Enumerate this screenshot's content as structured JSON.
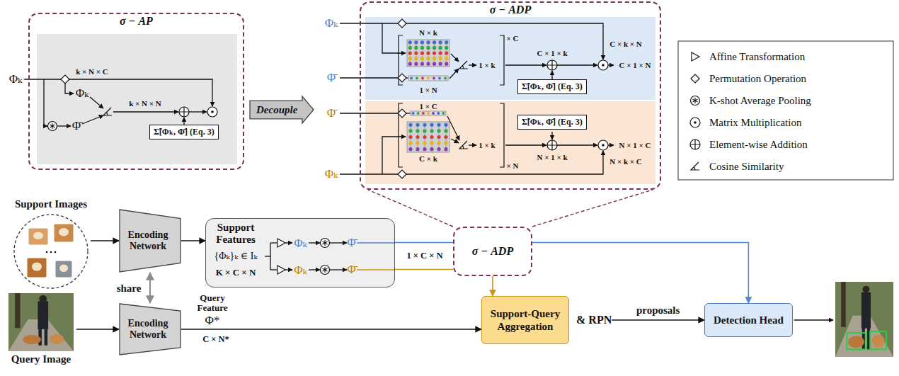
{
  "diagram": {
    "nodes": [
      {
        "text": [
          "σ − AP"
        ]
      },
      {
        "text": [
          "Σ̃[Φₖ, Φ̄] (Eq. 3)"
        ],
        "in": 0
      },
      {
        "text": [
          "Decouple"
        ]
      },
      {
        "text": [
          "σ − ADP"
        ]
      },
      {
        "text": [
          "Σ̃[Φₖ, Φ̄] (Eq. 3)"
        ],
        "in": 3
      },
      {
        "text": [
          "Σ̃[Φₖ, Φ̄] (Eq. 3)"
        ],
        "in": 3
      },
      {
        "text": [
          "Support Images"
        ]
      },
      {
        "text": [
          "Encoding Network"
        ]
      },
      {
        "text": [
          "Query Image"
        ]
      },
      {
        "text": [
          "Encoding Network"
        ]
      },
      {
        "text": [
          "Support Features",
          "{Φₖ}ₖ ∈ Iₖ",
          "K × C × N",
          "Φₖ",
          "Φₖ",
          "Φ̄",
          "Φ̄"
        ]
      },
      {
        "text": [
          "σ − ADP"
        ]
      },
      {
        "text": [
          "Support-Query Aggregation",
          "& RPN"
        ]
      },
      {
        "text": [
          "Detection Head"
        ]
      }
    ],
    "edges": [
      {
        "from": 6,
        "to": 7,
        "arrow": "to"
      },
      {
        "from": 8,
        "to": 9,
        "arrow": "to"
      },
      {
        "from": 7,
        "to": 9,
        "label": "share",
        "arrow": "both"
      },
      {
        "from": 7,
        "to": 10,
        "arrow": "to"
      },
      {
        "from": 9,
        "to": 12,
        "arrow": "to"
      },
      {
        "from": 10,
        "to": 11,
        "arrow": "none"
      },
      {
        "from": 10,
        "to": 11,
        "arrow": "none"
      },
      {
        "from": 11,
        "to": 12,
        "arrow": "to"
      },
      {
        "from": 11,
        "to": 13,
        "arrow": "to"
      },
      {
        "from": 12,
        "to": 13,
        "label": "proposals",
        "arrow": "to"
      }
    ],
    "labels": [
      "Φₖ",
      "k × N × C",
      "Φₖ",
      "Φ̄",
      "k × N × N",
      "Φₖ",
      "Φ̄",
      "Φ̄",
      "Φₖ",
      "N × k",
      "1 × N",
      "× C",
      "1 × k",
      "C × 1 × k",
      "C × k × N",
      "C × 1 × N",
      "1 × C",
      "C × k",
      "× N",
      "1 × k",
      "N × 1 × k",
      "N × k × C",
      "N × 1 × C",
      "Query Feature",
      "Φ*",
      "C × N*",
      "1 × C × N"
    ],
    "legend": [
      {
        "text": "Affine Transformation"
      },
      {
        "text": "Permutation Operation"
      },
      {
        "text": "K-shot Average Pooling"
      },
      {
        "text": "Matrix Multiplication"
      },
      {
        "text": "Element-wise Addition"
      },
      {
        "text": "Cosine Similarity"
      }
    ]
  }
}
